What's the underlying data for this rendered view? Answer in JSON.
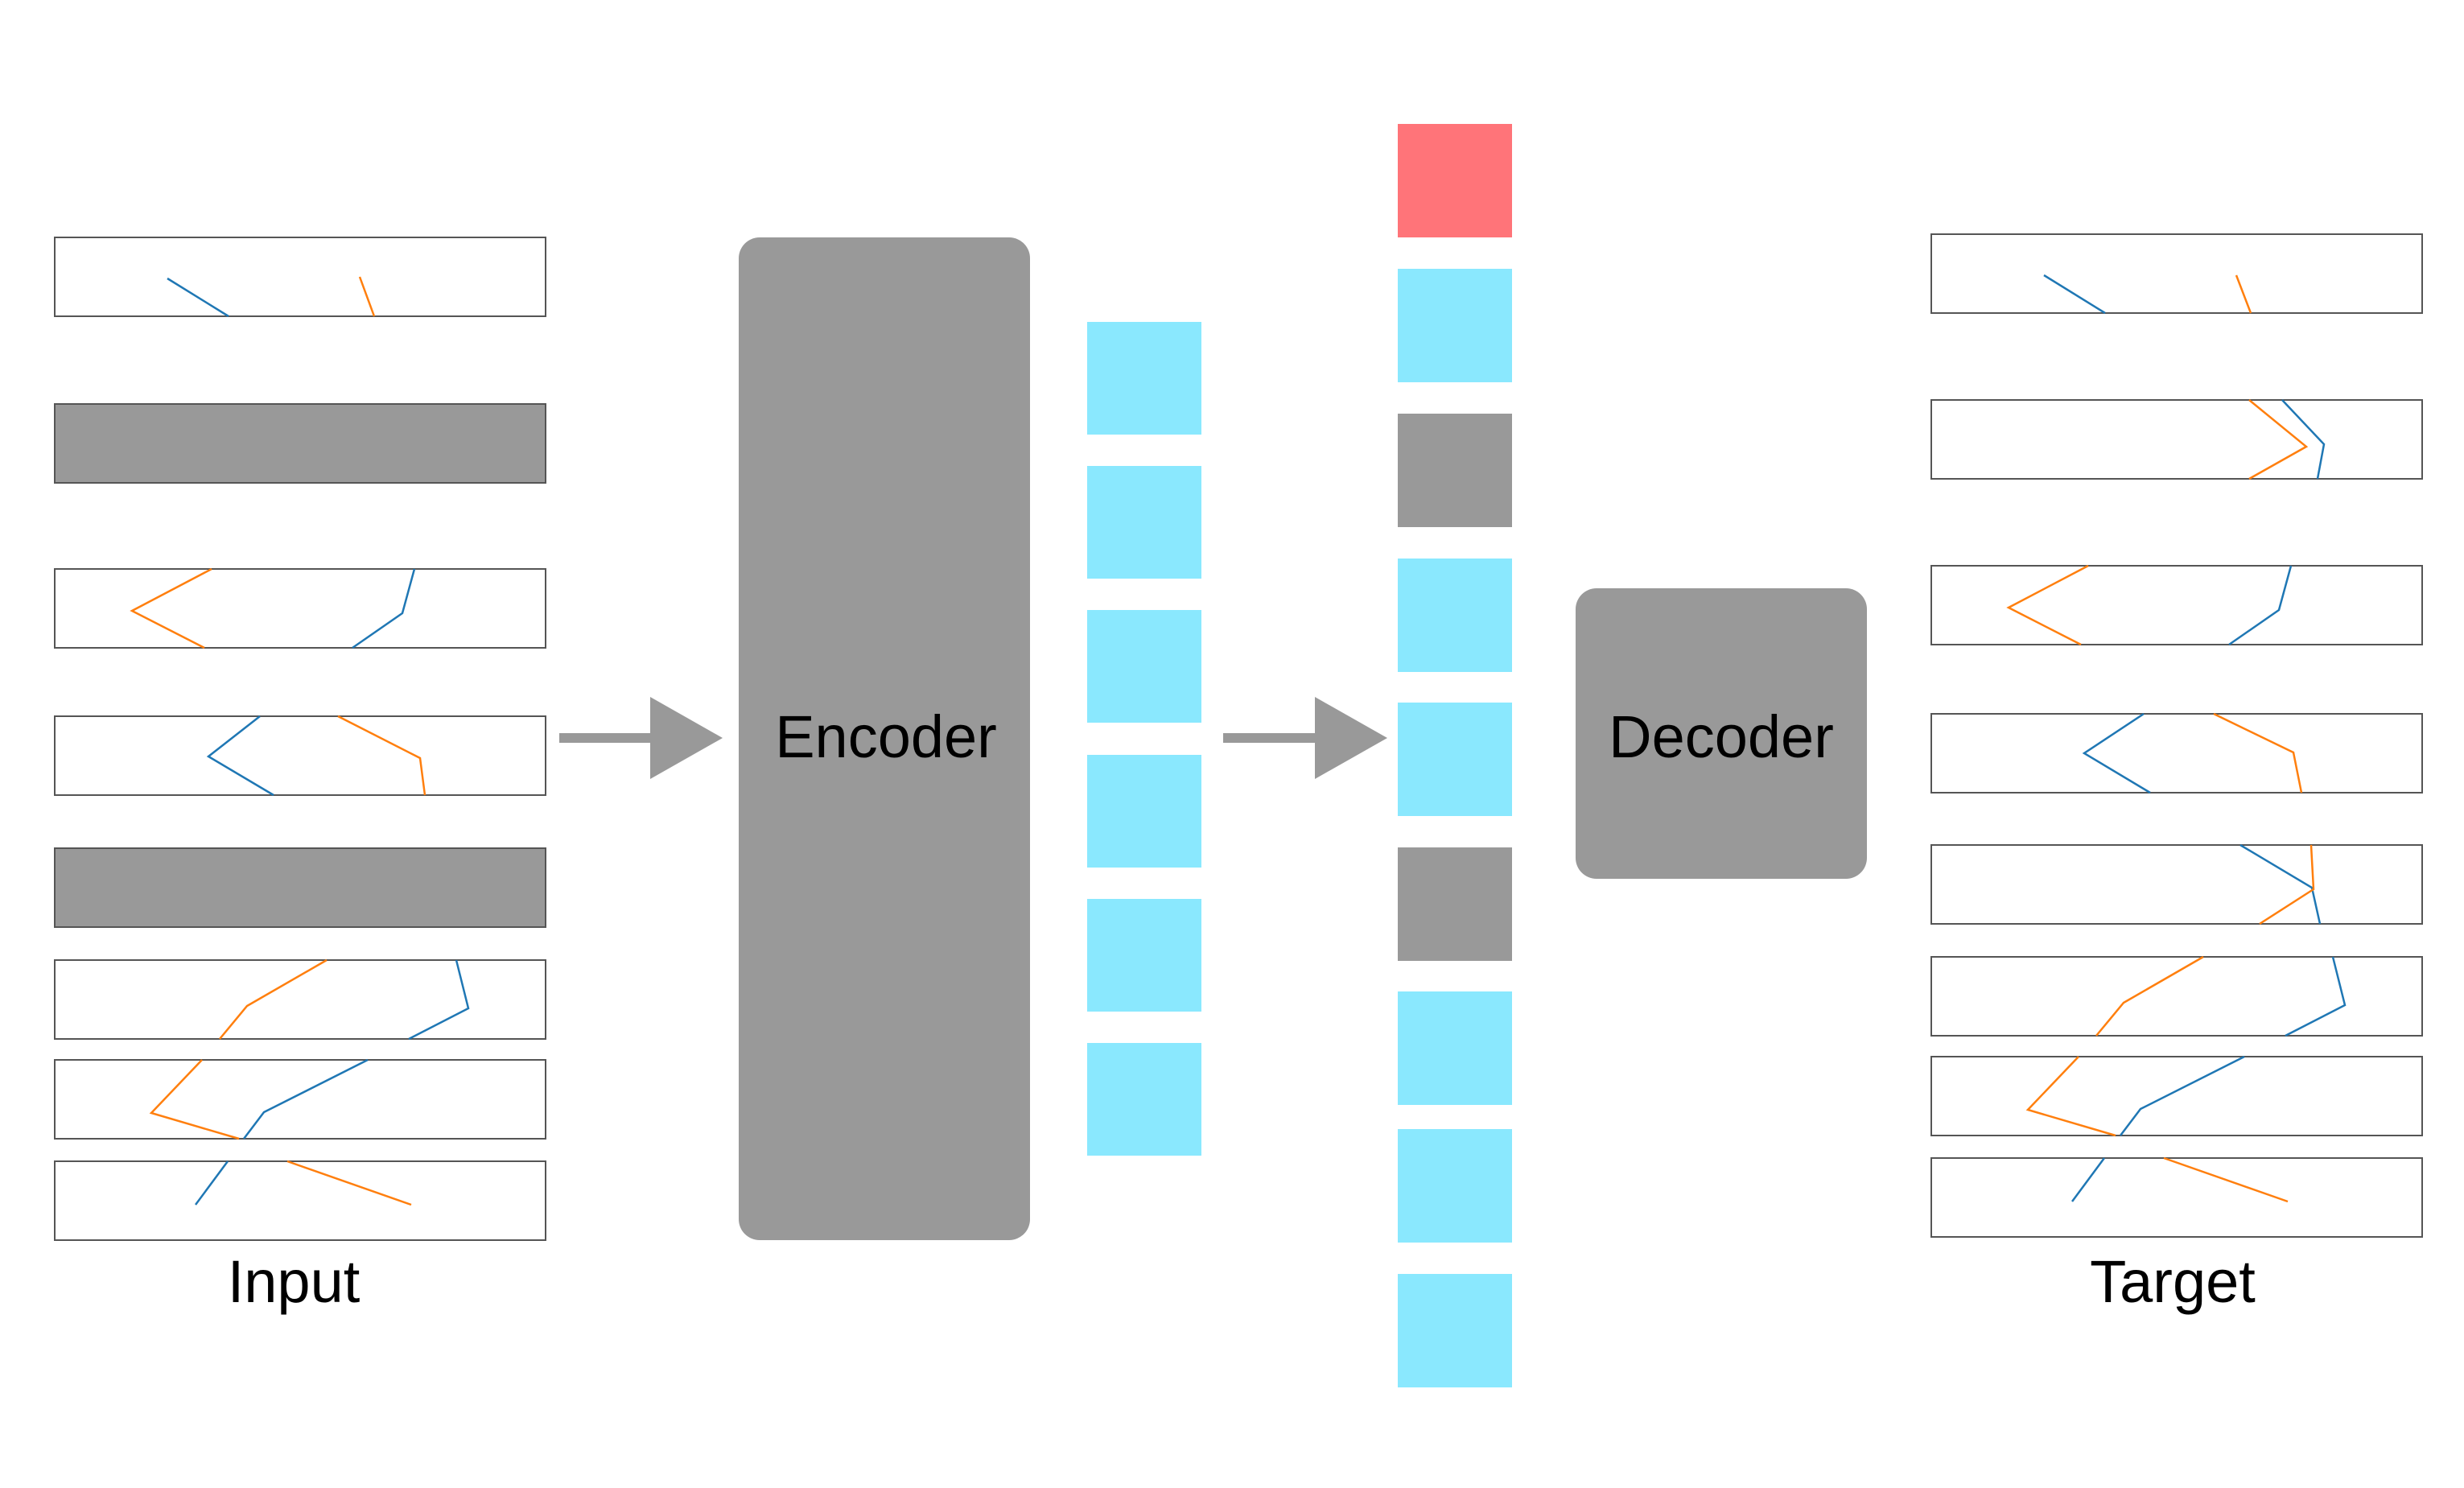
{
  "labels": {
    "encoder": "Encoder",
    "decoder": "Decoder",
    "input": "Input",
    "target": "Target"
  },
  "colors": {
    "blue_line": "#1f77b4",
    "orange_line": "#ff7f0e",
    "masked_gray": "#999999",
    "block_gray": "#999999",
    "token_cyan": "#8ae8fe",
    "token_red": "#ff7479",
    "token_gray": "#999999",
    "arrow_gray": "#999999",
    "frame_border": "#555555"
  },
  "input_frames": [
    "plot",
    "masked",
    "plot",
    "plot",
    "masked",
    "plot",
    "plot",
    "plot"
  ],
  "latent_tokens": [
    "cyan",
    "cyan",
    "cyan",
    "cyan",
    "cyan",
    "cyan"
  ],
  "decoder_tokens": [
    "red",
    "cyan",
    "gray",
    "cyan",
    "cyan",
    "gray",
    "cyan",
    "cyan",
    "cyan"
  ],
  "target_frames": [
    "plot",
    "plot",
    "plot",
    "plot",
    "plot",
    "plot",
    "plot",
    "plot"
  ]
}
